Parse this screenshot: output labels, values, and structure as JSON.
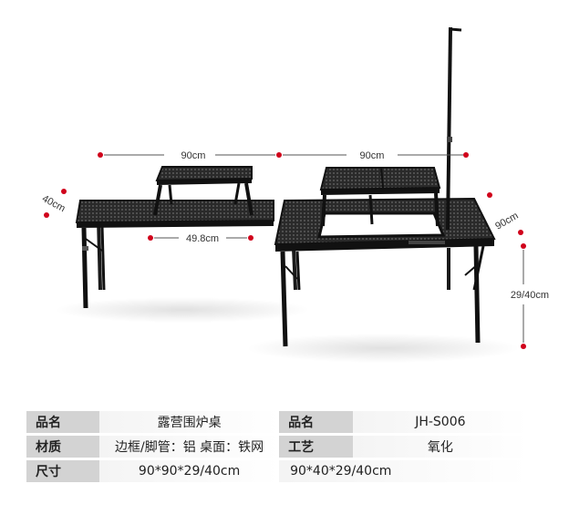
{
  "dimensions": {
    "top_left_width": "90cm",
    "top_right_width": "90cm",
    "left_depth": "40cm",
    "right_depth": "90cm",
    "inner_width": "49.8cm",
    "height": "29/40cm"
  },
  "specs": {
    "rows": [
      {
        "label1": "品名",
        "value1": "露营围炉桌",
        "label2": "品名",
        "value2": "JH-S006"
      },
      {
        "label1": "材质",
        "value1": "边框/脚管：铝  桌面：铁网",
        "label2": "工艺",
        "value2": "氧化"
      },
      {
        "label1": "尺寸",
        "value1": "90*90*29/40cm",
        "label2": "",
        "value2": "90*40*29/40cm"
      }
    ]
  },
  "colors": {
    "dimension_dot": "#d0021b",
    "label_cell": "#d3d3d3",
    "table_frame": "#1a1a1a"
  }
}
